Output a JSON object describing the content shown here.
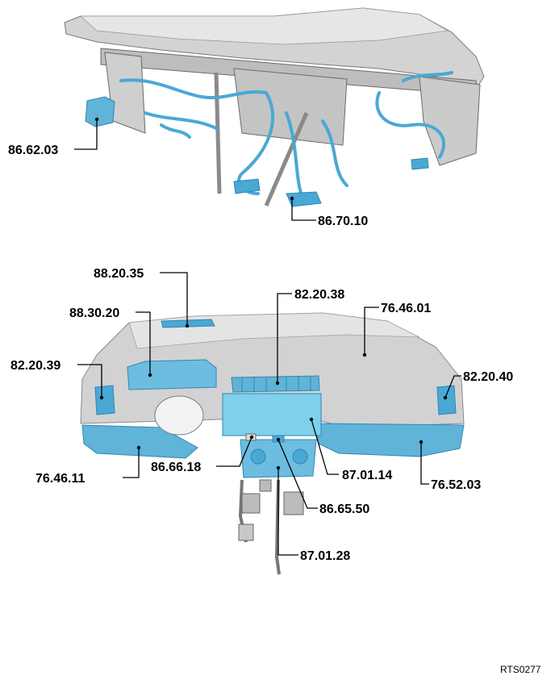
{
  "diagram": {
    "labels": {
      "l_86_62_03": "86.62.03",
      "l_86_70_10": "86.70.10",
      "l_88_20_35": "88.20.35",
      "l_82_20_38": "82.20.38",
      "l_76_46_01": "76.46.01",
      "l_88_30_20": "88.30.20",
      "l_82_20_39": "82.20.39",
      "l_82_20_40": "82.20.40",
      "l_76_46_11": "76.46.11",
      "l_86_66_18": "86.66.18",
      "l_87_01_14": "87.01.14",
      "l_76_52_03": "76.52.03",
      "l_86_65_50": "86.65.50",
      "l_87_01_28": "87.01.28"
    },
    "reference": "RTS0277"
  },
  "colors": {
    "highlight": "#5fb4d8",
    "highlight_dark": "#2f86b3",
    "body_grey": "#c9c9c9",
    "body_dark": "#8e8e8e",
    "line": "#000000"
  }
}
